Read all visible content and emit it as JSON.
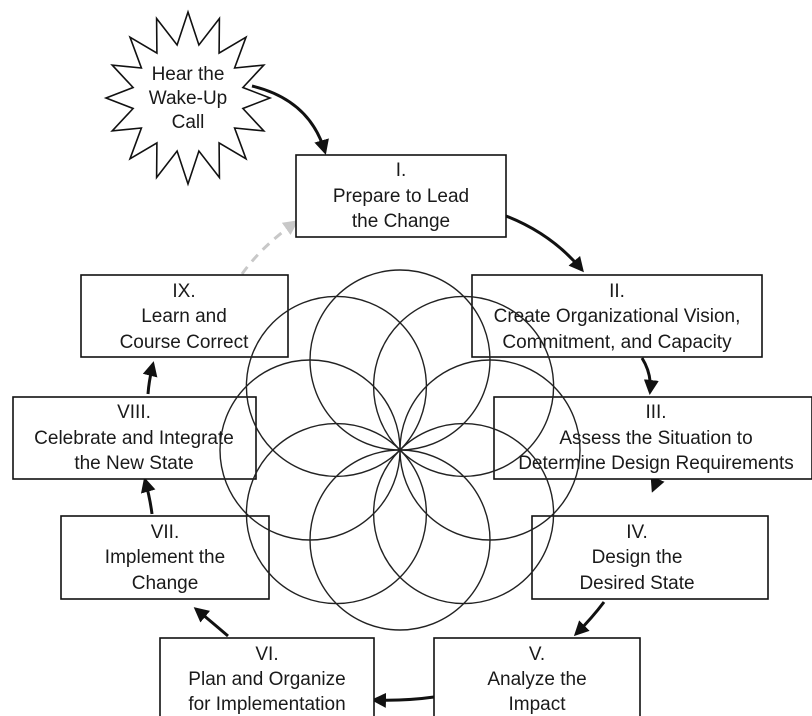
{
  "colors": {
    "ink": "#111111",
    "dashed_arrow": "#c8c8c8",
    "background": "#ffffff"
  },
  "wake_up_call": {
    "lines": [
      "Hear the",
      "Wake-Up",
      "Call"
    ]
  },
  "stages": [
    {
      "numeral": "I.",
      "lines": [
        "Prepare to Lead",
        "the Change"
      ]
    },
    {
      "numeral": "II.",
      "lines": [
        "Create Organizational Vision,",
        "Commitment, and Capacity"
      ]
    },
    {
      "numeral": "III.",
      "lines": [
        "Assess the Situation to",
        "Determine Design Requirements"
      ]
    },
    {
      "numeral": "IV.",
      "lines": [
        "Design the",
        "Desired State"
      ]
    },
    {
      "numeral": "V.",
      "lines": [
        "Analyze the",
        "Impact"
      ]
    },
    {
      "numeral": "VI.",
      "lines": [
        "Plan and Organize",
        "for Implementation"
      ]
    },
    {
      "numeral": "VII.",
      "lines": [
        "Implement the",
        "Change"
      ]
    },
    {
      "numeral": "VIII.",
      "lines": [
        "Celebrate and Integrate",
        "the New State"
      ]
    },
    {
      "numeral": "IX.",
      "lines": [
        "Learn and",
        "Course Correct"
      ]
    }
  ]
}
